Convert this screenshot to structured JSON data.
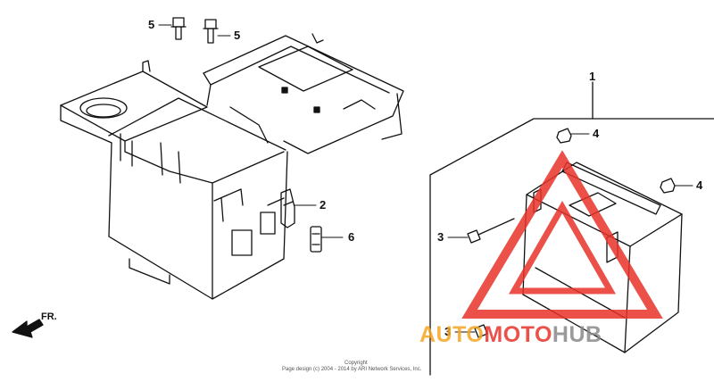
{
  "diagram": {
    "callouts": [
      {
        "id": "callout-1",
        "label": "1"
      },
      {
        "id": "callout-2",
        "label": "2"
      },
      {
        "id": "callout-3a",
        "label": "3"
      },
      {
        "id": "callout-3b",
        "label": "3"
      },
      {
        "id": "callout-4a",
        "label": "4"
      },
      {
        "id": "callout-4b",
        "label": "4"
      },
      {
        "id": "callout-5a",
        "label": "5"
      },
      {
        "id": "callout-5b",
        "label": "5"
      },
      {
        "id": "callout-6",
        "label": "6"
      }
    ],
    "direction_label": "FR."
  },
  "watermark": {
    "part1": "AUTO",
    "part2": "MOTO",
    "part3": "HUB",
    "colors": {
      "orange": "#f5a623",
      "red": "#e8332a",
      "gray": "#8a8a8a"
    }
  },
  "copyright": {
    "line1": "Copyright",
    "line2": "Page design (c) 2004 - 2014 by ARI Network Services, Inc."
  }
}
